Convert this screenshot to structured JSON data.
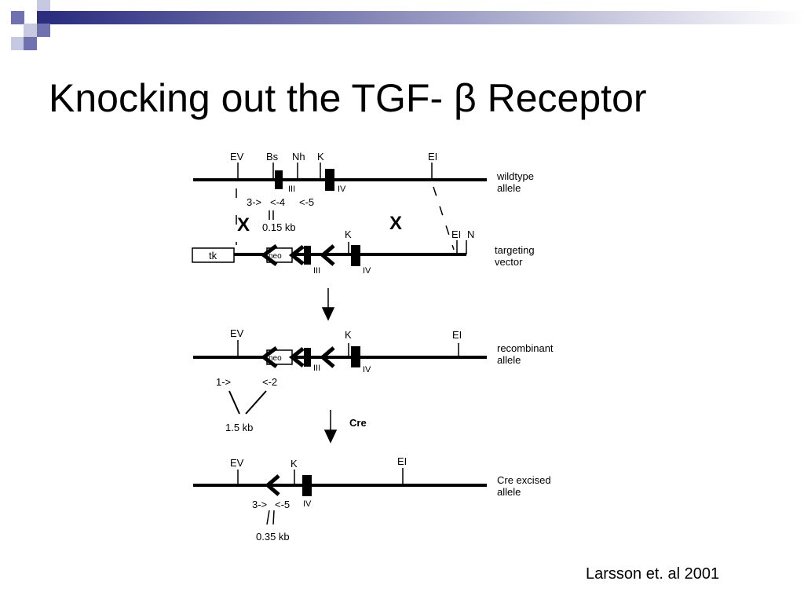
{
  "slide": {
    "title": "Knocking out the TGF- β Receptor",
    "citation": "Larsson et. al 2001",
    "colors": {
      "bar_start": "#2b2d80",
      "square_dark": "#2b2d80",
      "square_mid": "#6f71b0",
      "square_light": "#c7c8e2"
    }
  },
  "diagram": {
    "wildtype": {
      "sites": [
        "EV",
        "Bs",
        "Nh",
        "K",
        "EI"
      ],
      "exons": [
        "III",
        "IV"
      ],
      "primers": [
        "3->",
        "<-4",
        "<-5"
      ],
      "size": "0.15 kb",
      "row_label": [
        "wildtype",
        "allele"
      ],
      "crossover": "X"
    },
    "targeting": {
      "sites": [
        "K",
        "EI",
        "N"
      ],
      "cassettes": [
        "tk",
        "neo"
      ],
      "exons": [
        "III",
        "IV"
      ],
      "row_label": [
        "targeting",
        "vector"
      ]
    },
    "recombinant": {
      "sites": [
        "EV",
        "K",
        "EI"
      ],
      "cassettes": [
        "neo"
      ],
      "exons": [
        "III",
        "IV"
      ],
      "primers": [
        "1->",
        "<-2"
      ],
      "size": "1.5 kb",
      "row_label": [
        "recombinant",
        "allele"
      ]
    },
    "step_label": "Cre",
    "excised": {
      "sites": [
        "EV",
        "K",
        "EI"
      ],
      "exons": [
        "IV"
      ],
      "primers": [
        "3->",
        "<-5"
      ],
      "size": "0.35 kb",
      "row_label": [
        "Cre excised",
        "allele"
      ]
    }
  }
}
